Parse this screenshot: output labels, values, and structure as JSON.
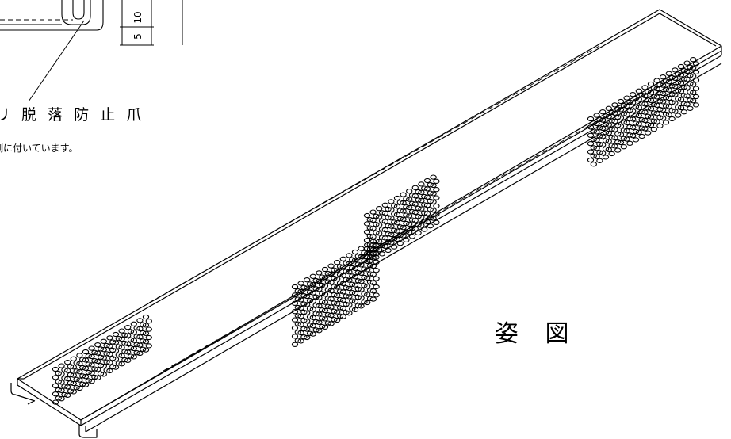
{
  "detail": {
    "dimensions": [
      "10",
      "5"
    ]
  },
  "note": {
    "label": "リ 脱 落 防 止 爪",
    "sub": "側に付いています。"
  },
  "view_title": "姿 図",
  "colors": {
    "line": "#000000",
    "background": "#ffffff"
  }
}
